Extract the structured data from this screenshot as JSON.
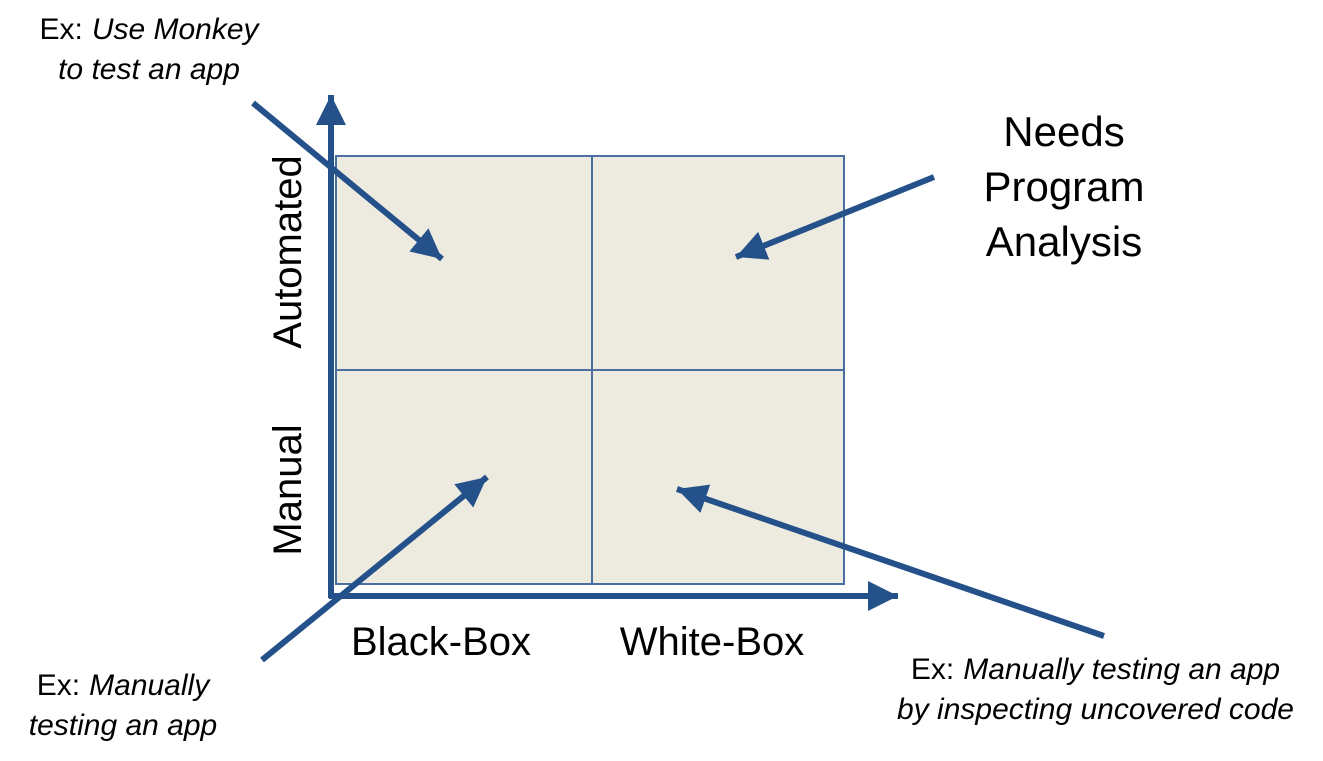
{
  "axes": {
    "y_top_label": "Automated",
    "y_bottom_label": "Manual",
    "x_left_label": "Black-Box",
    "x_right_label": "White-Box"
  },
  "annotations": {
    "top_left": {
      "prefix": "Ex:",
      "italic_line1": "Use Monkey",
      "italic_line2": "to test an app"
    },
    "top_right": {
      "line1": "Needs",
      "line2": "Program",
      "line3": "Analysis"
    },
    "bottom_left": {
      "prefix": "Ex:",
      "italic_line1": "Manually",
      "italic_line2": "testing an app"
    },
    "bottom_right": {
      "prefix": "Ex:",
      "italic_line1": "Manually testing an app",
      "italic_line2": "by inspecting uncovered code"
    }
  },
  "colors": {
    "arrow": "#24518A",
    "grid_border": "#4A6E9F",
    "grid_fill": "#EDEADF",
    "text": "#000000",
    "background": "#FFFFFF"
  }
}
